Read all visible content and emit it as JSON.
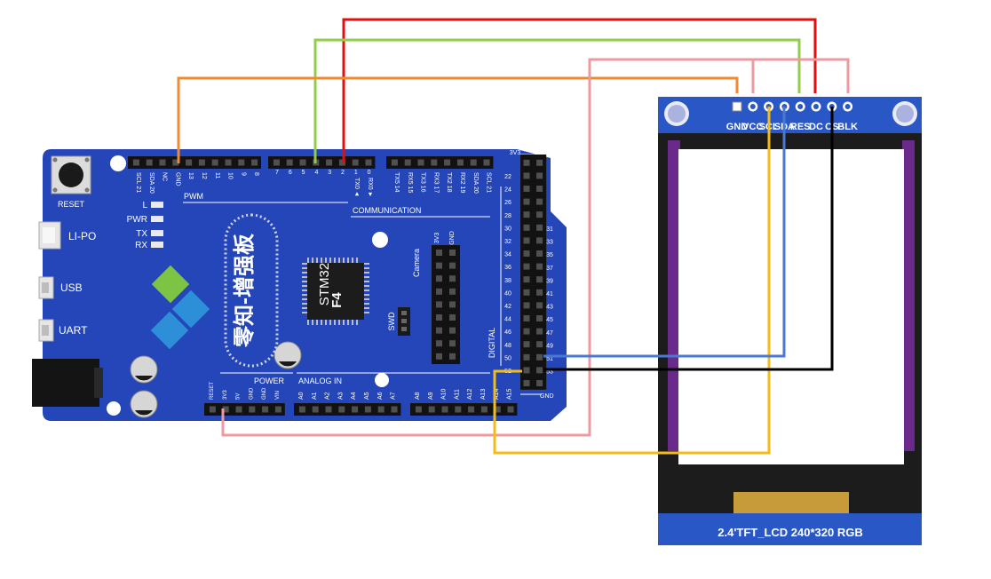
{
  "board": {
    "reset_label": "RESET",
    "pwm_label": "PWM",
    "communication_label": "COMMUNICATION",
    "power_label": "POWER",
    "analog_label": "ANALOG IN",
    "digital_label": "DIGITAL",
    "camera_label": "Camera",
    "swd_label": "SWD",
    "chip_line1": "STM32",
    "chip_line2": "F4",
    "brand_text": "零知-增强板",
    "power_ic_label": "3V3",
    "gnd_label": "GND",
    "led_labels": [
      "L",
      "PWR",
      "TX",
      "RX"
    ],
    "port_labels": [
      "LI-PO",
      "USB",
      "UART"
    ],
    "top_left_pins": [
      "SCL 21",
      "SDA 20",
      "NC",
      "GND",
      "13",
      "12",
      "11",
      "10",
      "9",
      "8"
    ],
    "top_mid_pins": [
      "7",
      "6",
      "5",
      "4",
      "3",
      "2",
      "1",
      "0"
    ],
    "tx_rx": [
      "TX0 ◄",
      "RX0 ►"
    ],
    "top_right_pins": [
      "TX5 14",
      "RX5 15",
      "TX3 16",
      "RX3 17",
      "TX2 18",
      "RX2 19",
      "SDA 20",
      "SCL 21"
    ],
    "right_left_col": [
      "22",
      "24",
      "26",
      "28",
      "30",
      "32",
      "34",
      "36",
      "38",
      "40",
      "42",
      "44",
      "46",
      "48",
      "50",
      "52"
    ],
    "right_right_col": [
      "31",
      "33",
      "35",
      "37",
      "39",
      "41",
      "43",
      "45",
      "47",
      "49",
      "51",
      "53"
    ],
    "camera_header": [
      "3V3",
      "GND"
    ],
    "power_pins": [
      "RESET",
      "3V3",
      "5V",
      "GND",
      "GND",
      "VIN"
    ],
    "analog_pins_a": [
      "A0",
      "A1",
      "A2",
      "A3",
      "A4",
      "A5",
      "A6",
      "A7"
    ],
    "analog_pins_b": [
      "A8",
      "A9",
      "A10",
      "A11",
      "A12",
      "A13",
      "A14",
      "A15"
    ]
  },
  "lcd": {
    "pin_labels": [
      "GND",
      "VCC",
      "SCL",
      "SDA",
      "RES",
      "DC",
      "CS",
      "BLK"
    ],
    "footer_label": "2.4'TFT_LCD 240*320 RGB"
  },
  "colors": {
    "board_blue": "#2446b8",
    "lcd_blue": "#2a57c6",
    "wire_red": "#e01010",
    "wire_green": "#92cc4a",
    "wire_pink": "#eb9aa0",
    "wire_orange": "#ee8c36",
    "wire_yellow": "#f2bd18",
    "wire_blue": "#4a78d2",
    "wire_black": "#000000"
  }
}
